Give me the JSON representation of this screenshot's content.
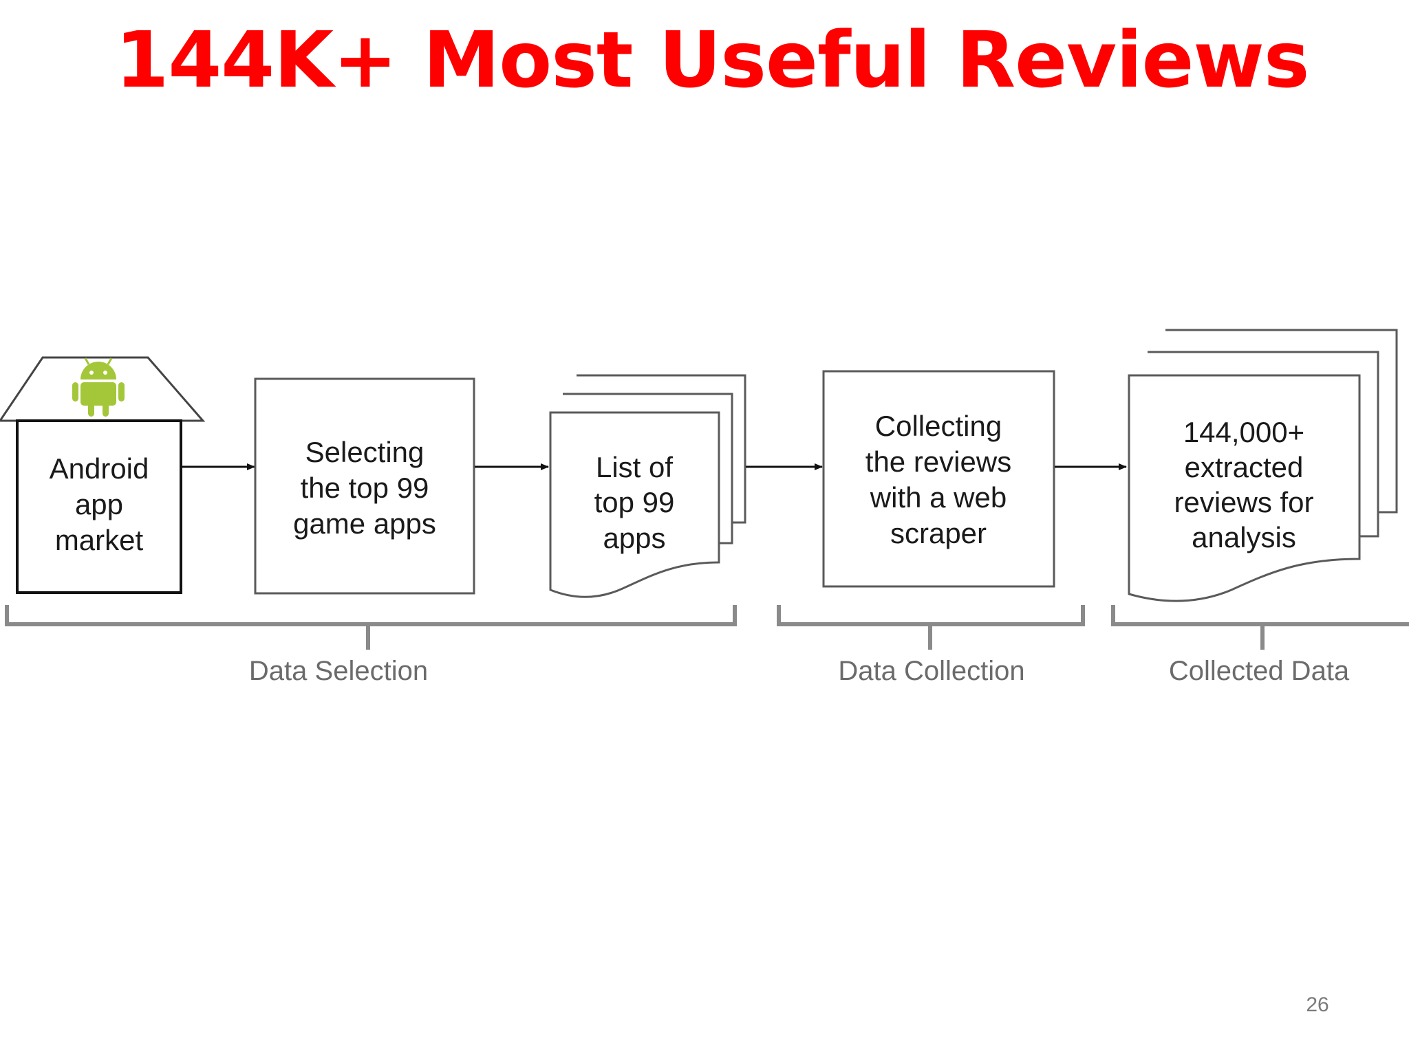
{
  "slide": {
    "title": "144K+ Most Useful Reviews",
    "page_number": "26"
  },
  "diagram": {
    "nodes": [
      {
        "id": "market",
        "shape": "house",
        "icon": "android-icon",
        "lines": [
          "Android",
          "app",
          "market"
        ]
      },
      {
        "id": "select",
        "shape": "process",
        "lines": [
          "Selecting",
          "the top 99",
          "game apps"
        ]
      },
      {
        "id": "list",
        "shape": "multi-document",
        "lines": [
          "List of",
          "top 99",
          "apps"
        ]
      },
      {
        "id": "collect",
        "shape": "process",
        "lines": [
          "Collecting",
          "the reviews",
          "with a web",
          "scraper"
        ]
      },
      {
        "id": "reviews",
        "shape": "multi-document",
        "lines": [
          "144,000+",
          "extracted",
          "reviews for",
          "analysis"
        ]
      }
    ],
    "edges": [
      {
        "from": "market",
        "to": "select"
      },
      {
        "from": "select",
        "to": "list"
      },
      {
        "from": "list",
        "to": "collect"
      },
      {
        "from": "collect",
        "to": "reviews"
      }
    ],
    "groups": [
      {
        "label": "Data Selection",
        "spans": [
          "market",
          "select",
          "list"
        ]
      },
      {
        "label": "Data Collection",
        "spans": [
          "collect"
        ]
      },
      {
        "label": "Collected Data",
        "spans": [
          "reviews"
        ]
      }
    ],
    "colors": {
      "title": "#ff0000",
      "android_green": "#a4c639",
      "stroke": "#5a5a5a",
      "group_text": "#6b6b6b"
    }
  }
}
